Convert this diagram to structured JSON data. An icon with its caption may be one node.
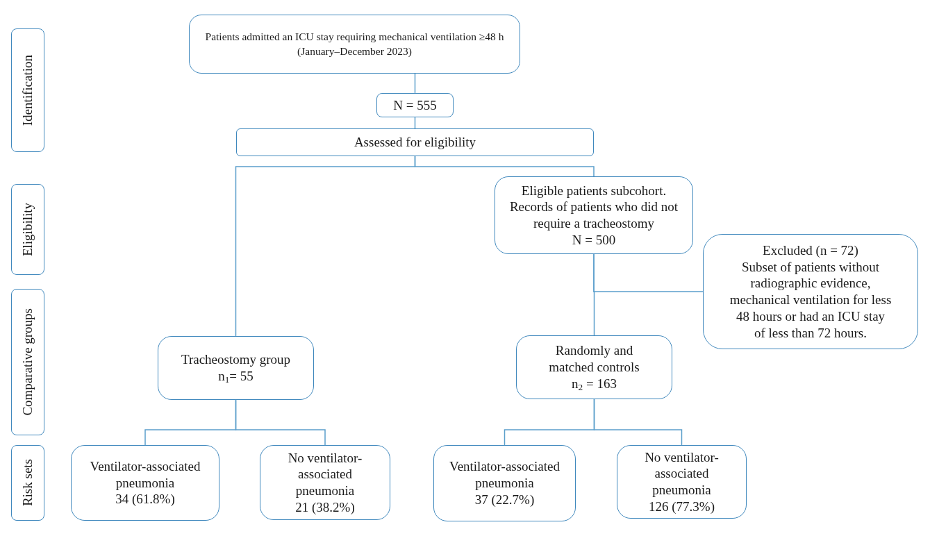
{
  "diagram": {
    "nodes": [
      {
        "text": [
          "Identification"
        ]
      },
      {
        "text": [
          "Eligibility"
        ]
      },
      {
        "text": [
          "Comparative groups"
        ]
      },
      {
        "text": [
          "Risk sets"
        ]
      },
      {
        "text": [
          "Patients admitted an ICU stay requiring mechanical ventilation ≥48 h",
          "(January–December 2023)"
        ]
      },
      {
        "text": [
          "N = 555"
        ]
      },
      {
        "text": [
          "Assessed for eligibility"
        ]
      },
      {
        "text": [
          "Eligible patients subcohort.",
          "Records of patients who did not require a tracheostomy",
          "N = 500"
        ]
      },
      {
        "text": [
          "Excluded (n = 72)",
          "Subset of patients without radiographic evidence, mechanical ventilation for less 48 hours or had an ICU stay of less than 72 hours."
        ]
      },
      {
        "text": [
          "Tracheostomy group",
          "n$_{1}$= 55"
        ]
      },
      {
        "text": [
          "Randomly and matched controls",
          "n$_{2}$ = 163"
        ]
      },
      {
        "text": [
          "Ventilator-associated pneumonia",
          "34 (61.8%)"
        ]
      },
      {
        "text": [
          "No ventilator-associated pneumonia",
          "21 (38.2%)"
        ]
      },
      {
        "text": [
          "Ventilator-associated pneumonia",
          "37 (22.7%)"
        ]
      },
      {
        "text": [
          "No ventilator-associated pneumonia",
          "126 (77.3%)"
        ]
      }
    ],
    "edges": [
      {
        "from": 4,
        "to": 5,
        "arrow": "none"
      },
      {
        "from": 5,
        "to": 6,
        "arrow": "none"
      },
      {
        "from": 6,
        "to": 9,
        "arrow": "none"
      },
      {
        "from": 6,
        "to": 7,
        "arrow": "none"
      },
      {
        "from": 7,
        "to": 10,
        "arrow": "none"
      },
      {
        "from": 7,
        "to": 8,
        "arrow": "none"
      },
      {
        "from": 9,
        "to": 11,
        "arrow": "none"
      },
      {
        "from": 9,
        "to": 12,
        "arrow": "none"
      },
      {
        "from": 10,
        "to": 13,
        "arrow": "none"
      },
      {
        "from": 10,
        "to": 14,
        "arrow": "none"
      }
    ]
  }
}
